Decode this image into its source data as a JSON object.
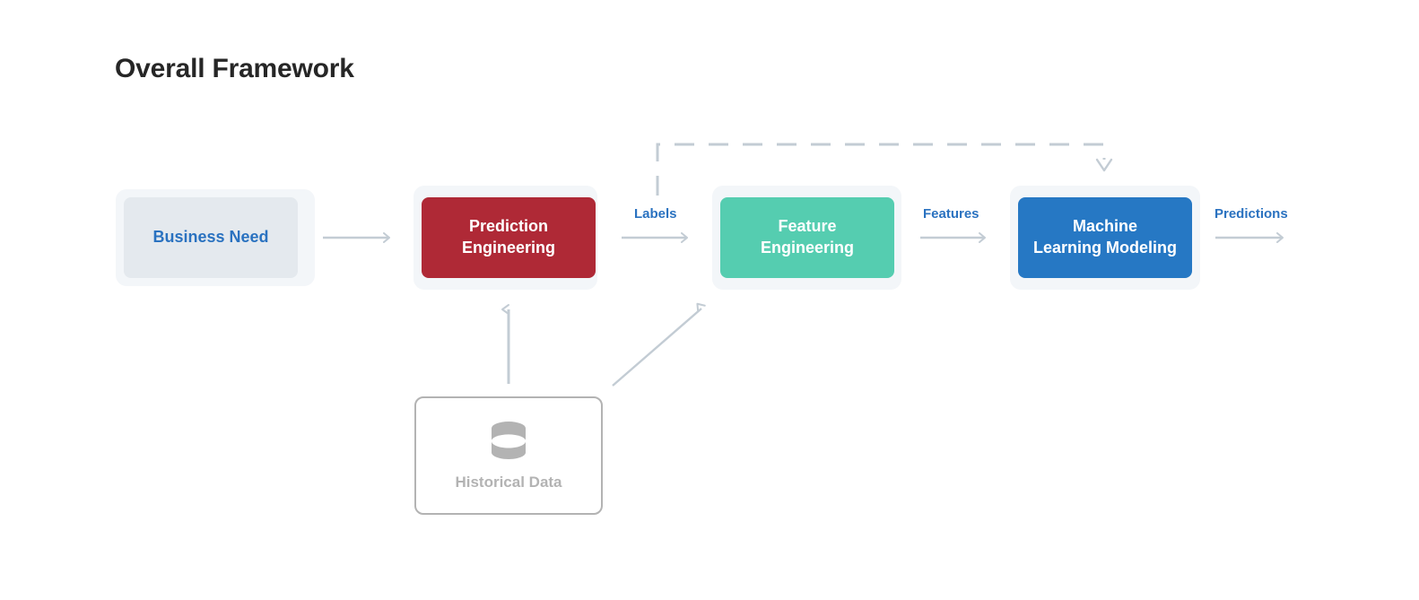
{
  "title": "Overall Framework",
  "diagram": {
    "type": "flow-diagram",
    "nodes": [
      {
        "id": "business-need",
        "label": "Business Need",
        "shape": "rounded-rect",
        "fill": "#e4e9ee",
        "text_color": "#2a72c0"
      },
      {
        "id": "prediction-engineering",
        "label": "Prediction\nEngineering",
        "shape": "rounded-rect",
        "fill": "#af2936",
        "text_color": "#ffffff"
      },
      {
        "id": "feature-engineering",
        "label": "Feature\nEngineering",
        "shape": "rounded-rect",
        "fill": "#55cdb0",
        "text_color": "#ffffff"
      },
      {
        "id": "machine-learning-modeling",
        "label": "Machine\nLearning Modeling",
        "shape": "rounded-rect",
        "fill": "#2678c4",
        "text_color": "#ffffff"
      },
      {
        "id": "historical-data",
        "label": "Historical Data",
        "shape": "outlined-rect",
        "fill": "#ffffff",
        "text_color": "#b3b3b3",
        "icon": "database-icon"
      }
    ],
    "edges": [
      {
        "from": "business-need",
        "to": "prediction-engineering",
        "label": "",
        "style": "solid",
        "direction": "right"
      },
      {
        "from": "prediction-engineering",
        "to": "feature-engineering",
        "label": "Labels",
        "style": "solid",
        "direction": "right"
      },
      {
        "from": "feature-engineering",
        "to": "machine-learning-modeling",
        "label": "Features",
        "style": "solid",
        "direction": "right"
      },
      {
        "from": "machine-learning-modeling",
        "to": "",
        "label": "Predictions",
        "style": "solid",
        "direction": "right"
      },
      {
        "from": "historical-data",
        "to": "prediction-engineering",
        "label": "",
        "style": "solid",
        "direction": "up"
      },
      {
        "from": "historical-data",
        "to": "feature-engineering",
        "label": "",
        "style": "solid",
        "direction": "up-right"
      },
      {
        "from": "labels-edge",
        "to": "machine-learning-modeling",
        "label": "",
        "style": "dashed",
        "direction": "up-over-down"
      }
    ],
    "edge_labels": {
      "labels": "Labels",
      "features": "Features",
      "predictions": "Predictions"
    },
    "colors": {
      "title": "#262626",
      "accent_blue": "#2a72c0",
      "red": "#af2936",
      "teal": "#55cdb0",
      "blue": "#2678c4",
      "gray_arrow": "#c3ccd4",
      "halo": "#f3f6f9",
      "outline_gray": "#b3b3b3",
      "background": "#ffffff"
    }
  }
}
